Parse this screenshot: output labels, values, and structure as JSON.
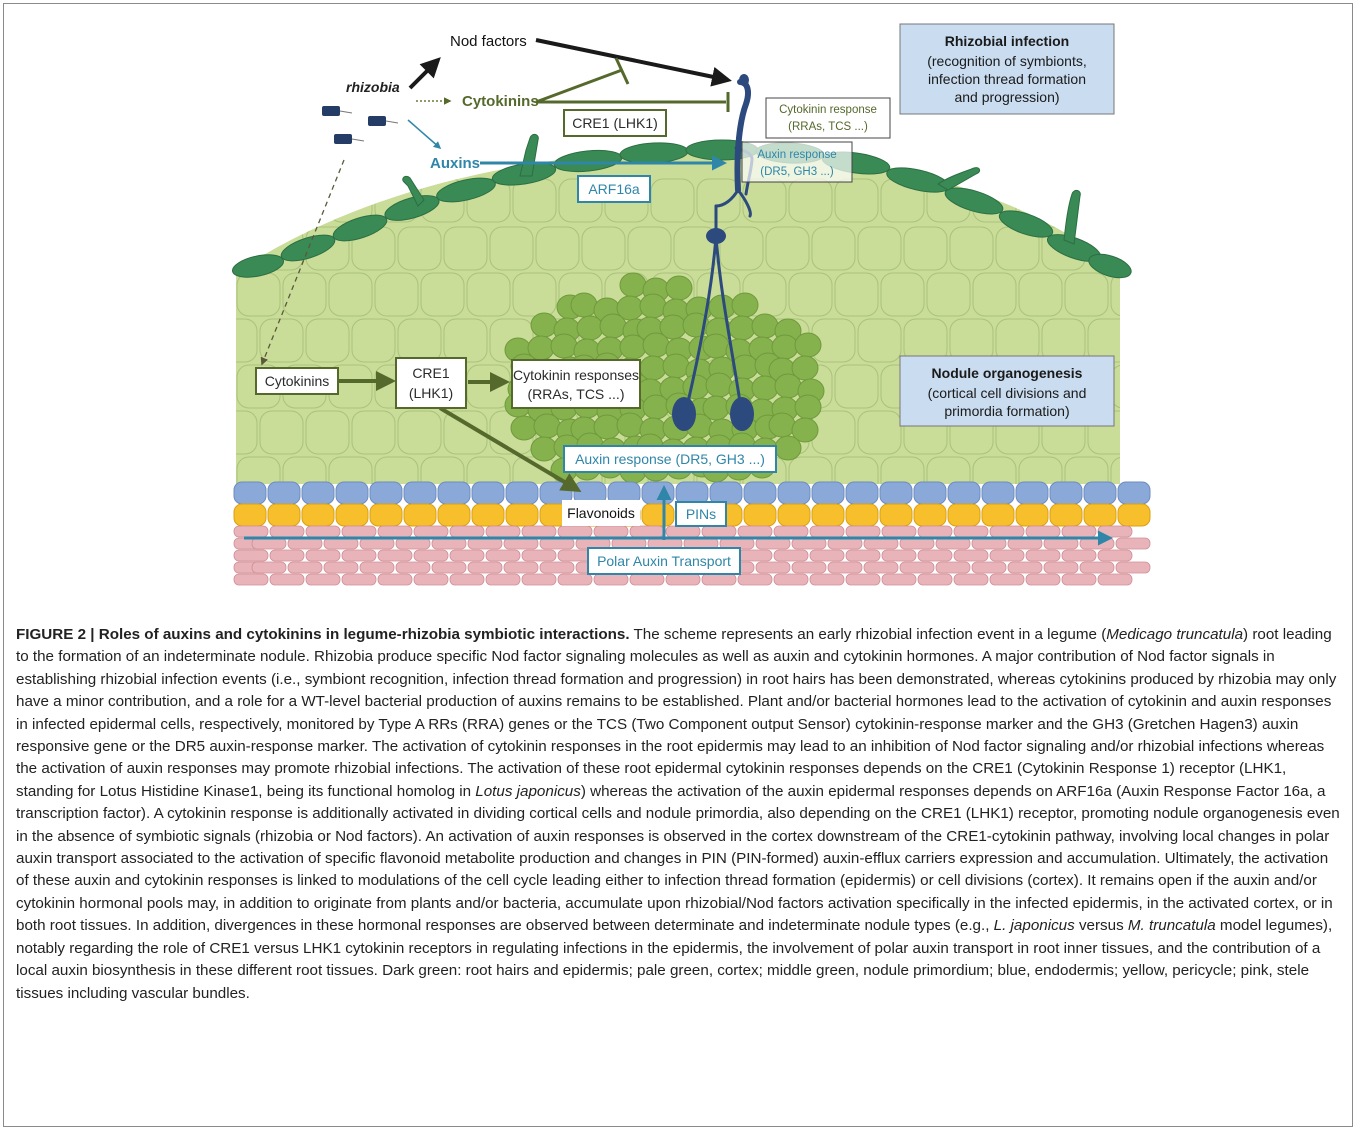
{
  "figure": {
    "labels": {
      "rhizobia": "rhizobia",
      "nod_factors": "Nod factors",
      "cytokinins_top": "Cytokinins",
      "auxins": "Auxins",
      "cre1_lhk1_top": "CRE1 (LHK1)",
      "arf16a": "ARF16a",
      "cytokinin_response_top_line1": "Cytokinin response",
      "cytokinin_response_top_line2": "(RRAs, TCS ...)",
      "auxin_response_top_line1": "Auxin response",
      "auxin_response_top_line2": "(DR5, GH3 ...)",
      "rhizobial_infection_title": "Rhizobial infection",
      "rhizobial_infection_line1": "(recognition of symbionts,",
      "rhizobial_infection_line2": "infection thread formation",
      "rhizobial_infection_line3": "and progression)",
      "cytokinins_cortex": "Cytokinins",
      "cre1_cortex_line1": "CRE1",
      "cre1_cortex_line2": "(LHK1)",
      "cytokinin_responses_line1": "Cytokinin responses",
      "cytokinin_responses_line2": "(RRAs, TCS ...)",
      "nodule_org_title": "Nodule organogenesis",
      "nodule_org_line1": "(cortical cell divisions and",
      "nodule_org_line2": "primordia formation)",
      "auxin_response_cortex": "Auxin response (DR5, GH3 ...)",
      "flavonoids": "Flavonoids",
      "pins": "PINs",
      "polar_auxin_transport": "Polar Auxin Transport"
    },
    "colors": {
      "epidermis": "#3a8a55",
      "cortex": "#c9dc98",
      "cortex_stroke": "#a9c27c",
      "primordium": "#86b24e",
      "endodermis": "#8aa8d8",
      "pericycle": "#f7bf2c",
      "stele": "#e8b4ba",
      "olive": "#55692c",
      "teal": "#2f86a8",
      "navy": "#2c4a7e",
      "bluebox": "#c9dcf0"
    }
  },
  "caption": {
    "title": "FIGURE 2 | Roles of auxins and cytokinins in legume-rhizobia symbiotic interactions.",
    "segments": [
      {
        "text": " The scheme represents an early rhizobial infection event in a legume (",
        "italic": false
      },
      {
        "text": "Medicago truncatula",
        "italic": true
      },
      {
        "text": ") root leading to the formation of an indeterminate nodule. Rhizobia produce specific Nod factor signaling molecules as well as auxin and cytokinin hormones. A major contribution of Nod factor signals in establishing rhizobial infection events (i.e., symbiont recognition, infection thread formation and progression) in root hairs has been demonstrated, whereas cytokinins produced by rhizobia may only have a minor contribution, and a role for a WT-level bacterial production of auxins remains to be established. Plant and/or bacterial hormones lead to the activation of cytokinin and auxin responses in infected epidermal cells, respectively, monitored by Type A RRs (RRA) genes or the TCS (Two Component output Sensor) cytokinin-response marker and the GH3 (Gretchen Hagen3) auxin responsive gene or the DR5 auxin-response marker. The activation of cytokinin responses in the root epidermis may lead to an inhibition of Nod factor signaling and/or rhizobial infections whereas the activation of auxin responses may promote rhizobial infections. The activation of these root epidermal cytokinin responses depends on the CRE1 (Cytokinin Response 1) receptor (LHK1, standing for Lotus Histidine Kinase1, being its functional homolog in ",
        "italic": false
      },
      {
        "text": "Lotus japonicus",
        "italic": true
      },
      {
        "text": ") whereas the activation of the auxin epidermal responses depends on ARF16a (Auxin Response Factor 16a, a transcription factor). A cytokinin response is additionally activated in dividing cortical cells and nodule primordia, also depending on the CRE1 (LHK1) receptor, promoting nodule organogenesis even in the absence of symbiotic signals (rhizobia or Nod factors). An activation of auxin responses is observed in the cortex downstream of the CRE1-cytokinin pathway, involving local changes in polar auxin transport associated to the activation of specific flavonoid metabolite production and changes in PIN (PIN-formed) auxin-efflux carriers expression and accumulation. Ultimately, the activation of these auxin and cytokinin responses is linked to modulations of the cell cycle leading either to infection thread formation (epidermis) or cell divisions (cortex). It remains open if the auxin and/or cytokinin hormonal pools may, in addition to originate from plants and/or bacteria, accumulate upon rhizobial/Nod factors activation specifically in the infected epidermis, in the activated cortex, or in both root tissues. In addition, divergences in these hormonal responses are observed between determinate and indeterminate nodule types (e.g., ",
        "italic": false
      },
      {
        "text": "L. japonicus",
        "italic": true
      },
      {
        "text": " versus ",
        "italic": false
      },
      {
        "text": "M. truncatula",
        "italic": true
      },
      {
        "text": " model legumes), notably regarding the role of CRE1 versus LHK1 cytokinin receptors in regulating infections in the epidermis, the involvement of polar auxin transport in root inner tissues, and the contribution of a local auxin biosynthesis in these different root tissues. Dark green: root hairs and epidermis; pale green, cortex; middle green, nodule primordium; blue, endodermis; yellow, pericycle; pink, stele tissues including vascular bundles.",
        "italic": false
      }
    ]
  }
}
